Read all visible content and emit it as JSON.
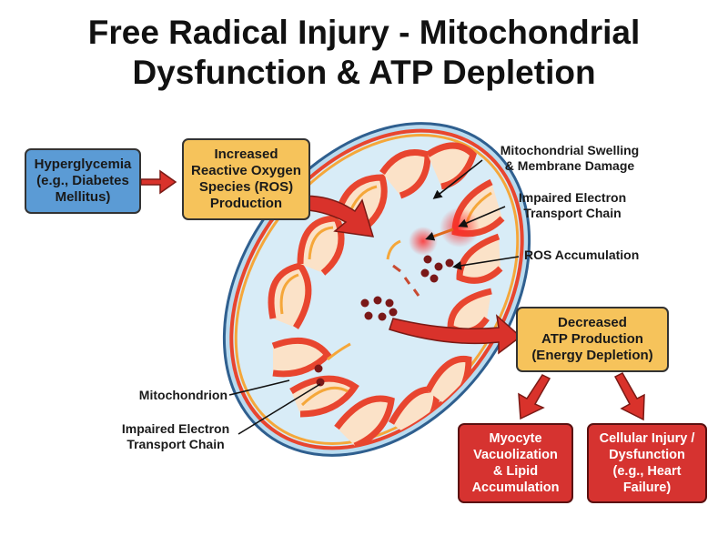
{
  "title": {
    "line1": "Free Radical Injury - Mitochondrial",
    "line2": "Dysfunction & ATP Depletion"
  },
  "boxes": {
    "hyperglycemia": [
      "Hyperglycemia",
      "(e.g., Diabetes",
      "Mellitus)"
    ],
    "ros_production": [
      "Increased",
      "Reactive Oxygen",
      "Species (ROS)",
      "Production"
    ],
    "atp": [
      "Decreased",
      "ATP Production",
      "(Energy Depletion)"
    ],
    "myocyte": [
      "Myocyte",
      "Vacuolization",
      "& Lipid",
      "Accumulation"
    ],
    "cellular_injury": [
      "Cellular Injury /",
      "Dysfunction",
      "(e.g., Heart",
      "Failure)"
    ]
  },
  "labels": {
    "swelling": [
      "Mitochondrial Swelling",
      "& Membrane Damage"
    ],
    "etc_top": [
      "Impaired Electron",
      "Transport Chain"
    ],
    "ros_accumulation": "ROS Accumulation",
    "mitochondrion": "Mitochondrion",
    "etc_bottom": [
      "Impaired Electron",
      "Transport Chain"
    ]
  },
  "colors": {
    "blue_box": "#5b9bd5",
    "orange_box": "#f6c35b",
    "red_box": "#d63330",
    "arrow_red": "#d9322b",
    "membrane_outer": "#2f5f8f",
    "matrix": "#d8ecf7",
    "cristae_red": "#e8452f",
    "cristae_orange": "#f5a73a",
    "ros_dot": "#7a1818"
  }
}
